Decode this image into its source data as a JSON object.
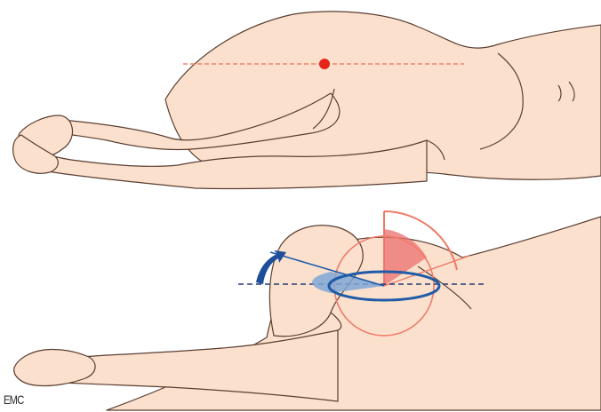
{
  "credit": "EMC",
  "colors": {
    "background": "#ffffff",
    "skin": "#fbe1cd",
    "outline": "#5a3d30",
    "reference_line": "#f0846b",
    "marker": "#e8251c",
    "rotation_circle": "#f07a68",
    "angle_fill": "#ec6f6f",
    "axis_dashed": "#243b73",
    "pelvis_ellipse": "#1f5ba8",
    "pelvis_fill": "#7fa6d6",
    "rotation_arrow": "#1f4f9a"
  },
  "icons": {
    "hip_marker": "red-dot",
    "rotation_arrow": "curved-arrow"
  }
}
